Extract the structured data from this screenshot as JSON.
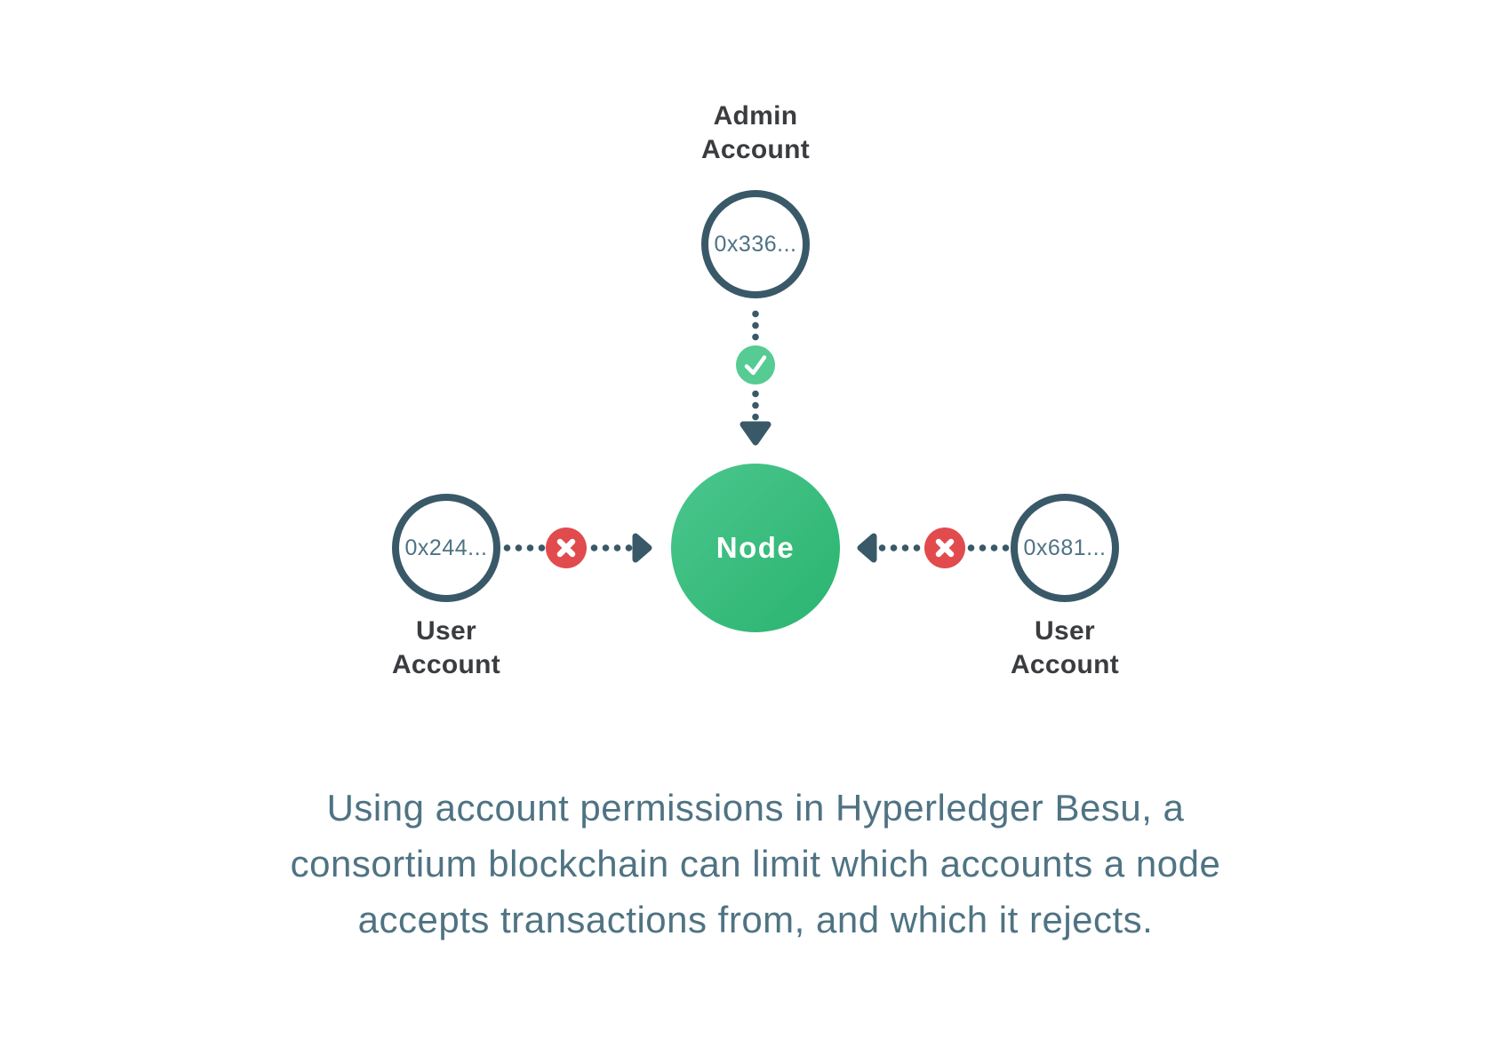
{
  "colors": {
    "slate_outline": "#3a5968",
    "node_green_light": "#4bc68e",
    "node_green_dark": "#2ab46f",
    "check_green": "#56cb93",
    "reject_red": "#e14b4e",
    "label_dark": "#3a3c3f",
    "address_text": "#4e7383",
    "caption_text": "#4f7383",
    "node_text": "#ffffff"
  },
  "accounts": {
    "admin": {
      "label_line1": "Admin",
      "label_line2": "Account",
      "address": "0x336..."
    },
    "user_left": {
      "label_line1": "User",
      "label_line2": "Account",
      "address": "0x244..."
    },
    "user_right": {
      "label_line1": "User",
      "label_line2": "Account",
      "address": "0x681..."
    }
  },
  "node": {
    "label": "Node"
  },
  "connectors": {
    "admin_to_node": {
      "status": "accepted",
      "icon": "check-icon",
      "direction": "down"
    },
    "user_left_to_node": {
      "status": "rejected",
      "icon": "x-icon",
      "direction": "right"
    },
    "user_right_to_node": {
      "status": "rejected",
      "icon": "x-icon",
      "direction": "left"
    }
  },
  "caption": {
    "line1": "Using account permissions in Hyperledger Besu, a",
    "line2": "consortium blockchain can limit which accounts a node",
    "line3": "accepts transactions from, and which it rejects."
  }
}
